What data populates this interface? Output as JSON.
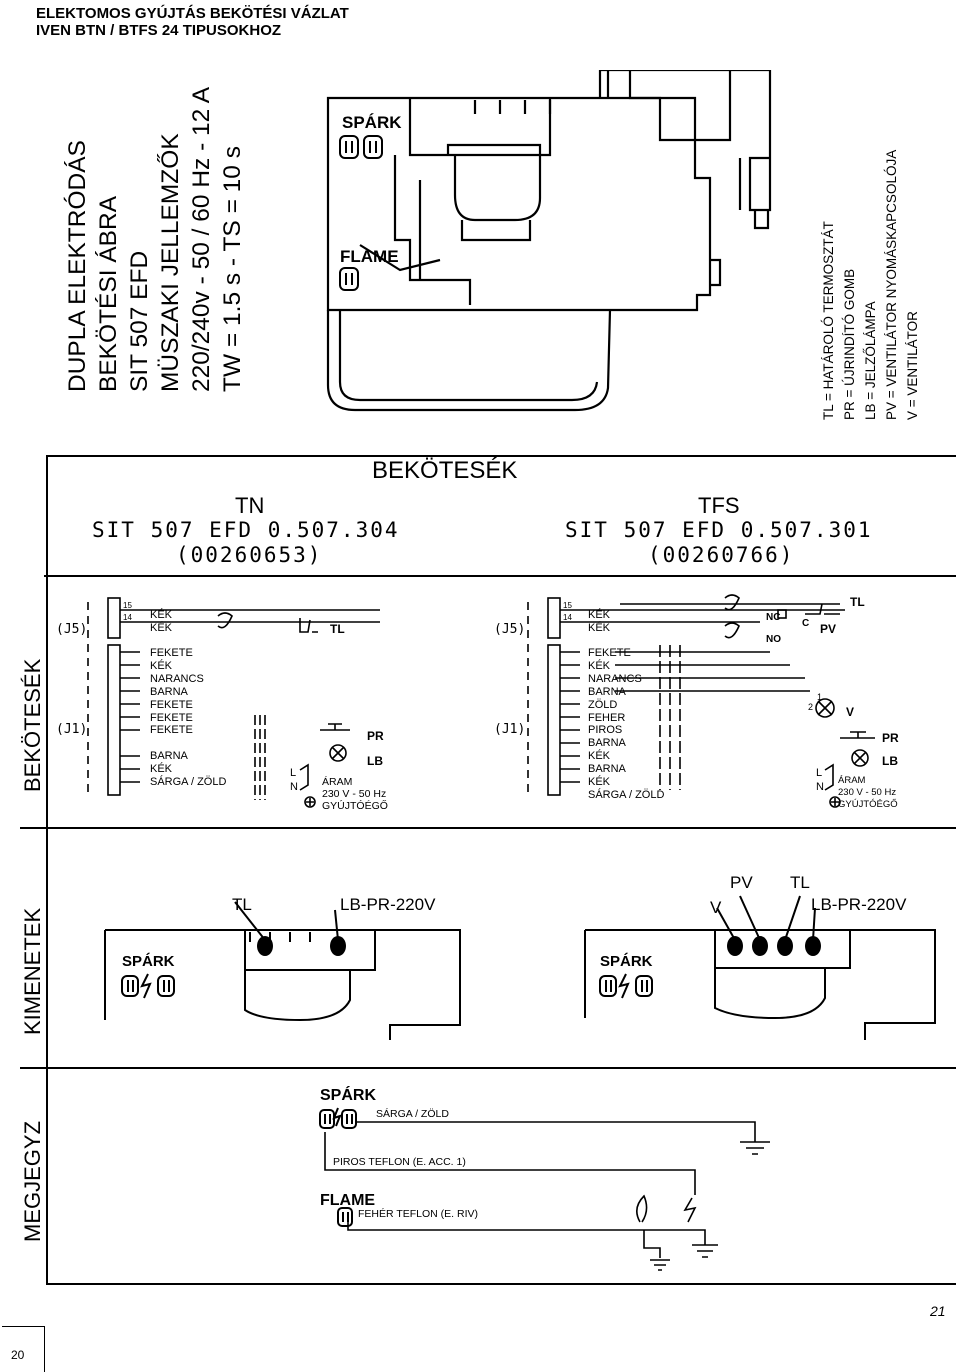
{
  "header": {
    "line1": "ELEKTOMOS GYÚJTÁS BEKÖTÉSI VÁZLAT",
    "line2": "IVEN BTN / BTFS 24 TIPUSOKHOZ"
  },
  "specs": [
    "DUPLA ELEKTRÓDÁS",
    "BEKÖTÉSI ÁBRA",
    "SIT 507 EFD",
    "MÜSZAKI JELLEMZŐK",
    "220/240v - 50 / 60 Hz - 12 A",
    "TW = 1.5 s - TS = 10 s"
  ],
  "device": {
    "spark": "SPÁRK",
    "flame": "FLAME"
  },
  "legend": [
    "TL = HATÁROLÓ TERMOSZTÁT",
    "PR = ÚJRINDÍTÓ GOMB",
    "LB = JELZŐLÁMPA",
    "PV = VENTILÁTOR NYOMÁSKAPCSOLÓJA",
    "V = VENTILÁTOR"
  ],
  "sections": {
    "bekotesek_title": "BEKÖTESÉK",
    "side_bekotesek": "BEKÖTESÉK",
    "side_kimenetek": "KIMENETEK",
    "side_megjegyz": "MEGJEGYZ"
  },
  "tn": {
    "name": "TN",
    "model": "SIT 507 EFD 0.507.304",
    "code": "(00260653)",
    "j5": "(J5)",
    "j1": "(J1)",
    "wires_top": [
      "KÉK",
      "KÉK"
    ],
    "wires": [
      "FEKETE",
      "KÉK",
      "NARANCS",
      "BARNA",
      "FEKETE",
      "FEKETE",
      "FEKETE",
      "",
      "BARNA",
      "KÉK",
      "SÁRGA / ZÖLD"
    ],
    "tl": "TL",
    "pr": "PR",
    "lb": "LB",
    "l": "L",
    "n": "N",
    "power": [
      "ÁRAM",
      "230 V - 50 Hz",
      "GYÚJTÓÉGŐ"
    ]
  },
  "tfs": {
    "name": "TFS",
    "model": "SIT 507 EFD 0.507.301",
    "code": "(00260766)",
    "j5": "(J5)",
    "j1": "(J1)",
    "wires_top": [
      "KÉK",
      "KÉK"
    ],
    "wires": [
      "FEKETE",
      "KÉK",
      "NARANCS",
      "BARNA",
      "ZÖLD",
      "FEHER",
      "PIROS",
      "BARNA",
      "KÉK",
      "BARNA",
      "KÉK",
      "SÁRGA / ZÖLD"
    ],
    "tl": "TL",
    "pv": "PV",
    "nc": "NC",
    "no": "NO",
    "c": "C",
    "v": "V",
    "pr": "PR",
    "lb": "LB",
    "l": "L",
    "n": "N",
    "one": "1",
    "two": "2",
    "power": [
      "ÁRAM",
      "230 V - 50 Hz",
      "GYÚJTÓÉGŐ"
    ]
  },
  "outputs": {
    "left": {
      "tl": "TL",
      "lb": "LB-PR-220V",
      "spark": "SPÁRK"
    },
    "right": {
      "v": "V",
      "pv": "PV",
      "tl": "TL",
      "lb": "LB-PR-220V",
      "spark": "SPÁRK"
    }
  },
  "notes": {
    "spark": "SPÁRK",
    "flame": "FLAME",
    "yellow_green": "SÁRGA / ZÖLD",
    "red": "PIROS TEFLON (E. ACC. 1)",
    "white": "FEHÉR TEFLON  (E. RIV)"
  },
  "page_numbers": {
    "right": "21",
    "left": "20"
  }
}
